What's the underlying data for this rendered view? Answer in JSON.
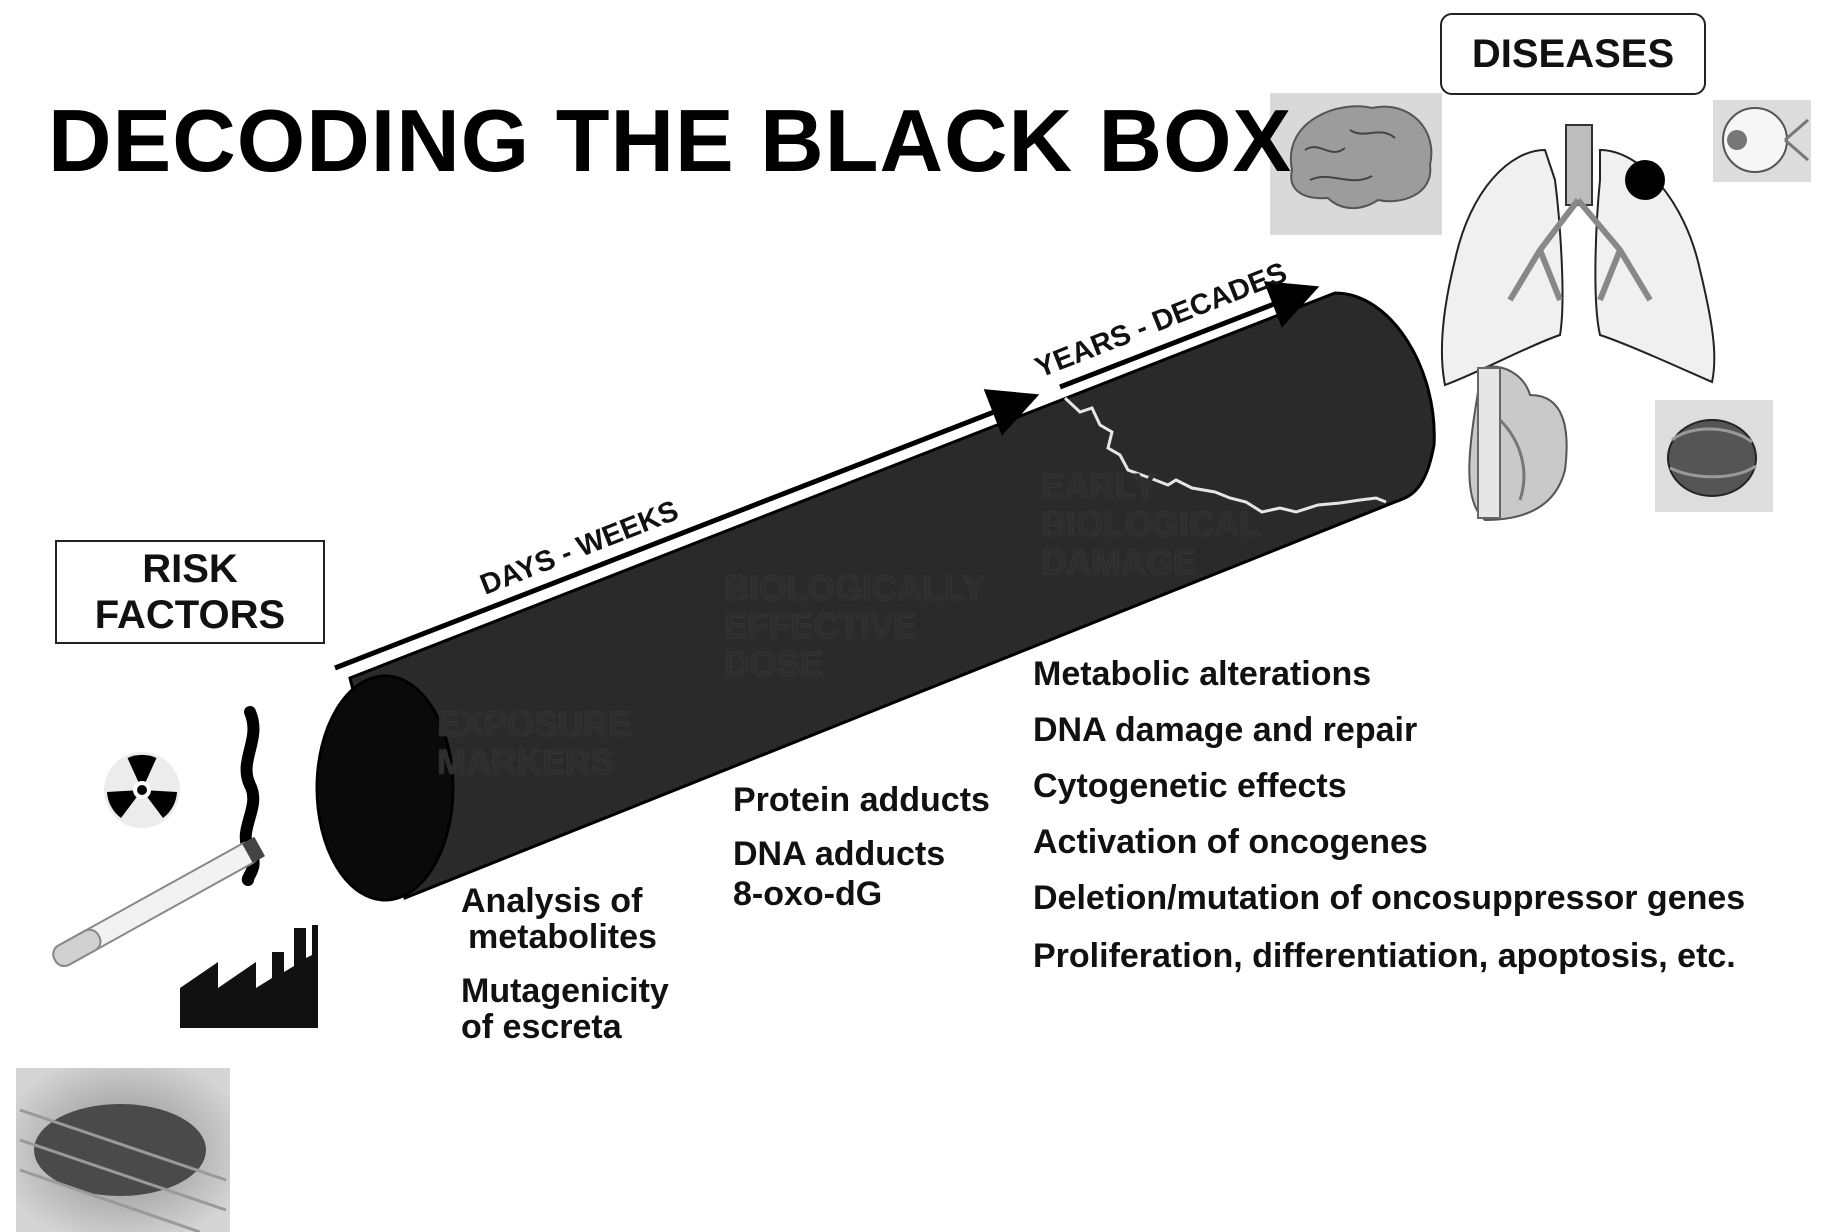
{
  "title": "DECODING THE BLACK BOX",
  "risk_factors": {
    "line1": "RISK",
    "line2": "FACTORS"
  },
  "diseases": "DISEASES",
  "timeline": {
    "short": "DAYS - WEEKS",
    "long": "YEARS - DECADES"
  },
  "stages": {
    "exposure": {
      "line1": "EXPOSURE",
      "line2": "MARKERS"
    },
    "dose": {
      "line1": "BIOLOGICALLY",
      "line2": "EFFECTIVE",
      "line3": "DOSE"
    },
    "damage": {
      "line1": "EARLY",
      "line2": "BIOLOGICAL",
      "line3": "DAMAGE"
    }
  },
  "exposure_markers": {
    "item1_line1": "Analysis of",
    "item1_line2": "metabolites",
    "item2_line1": "Mutagenicity",
    "item2_line2": "of escreta"
  },
  "dose_markers": [
    "Protein adducts",
    "DNA adducts",
    "8-oxo-dG"
  ],
  "damage_markers": [
    "Metabolic alterations",
    "DNA damage and repair",
    "Cytogenetic effects",
    "Activation of oncogenes",
    "Deletion/mutation of oncosuppressor genes",
    "Proliferation, differentiation, apoptosis, etc."
  ],
  "icons": {
    "risk": [
      "radiation-icon",
      "smoke-icon",
      "cigarette-icon",
      "factory-icon",
      "grilled-meat-image"
    ],
    "diseases": [
      "brain-image",
      "lungs-image",
      "eye-image",
      "heart-image",
      "cell-image"
    ]
  },
  "colors": {
    "tube": "#2a2a2a",
    "tube_end": "#0a0a0a",
    "crack": "#e6e6e6"
  }
}
